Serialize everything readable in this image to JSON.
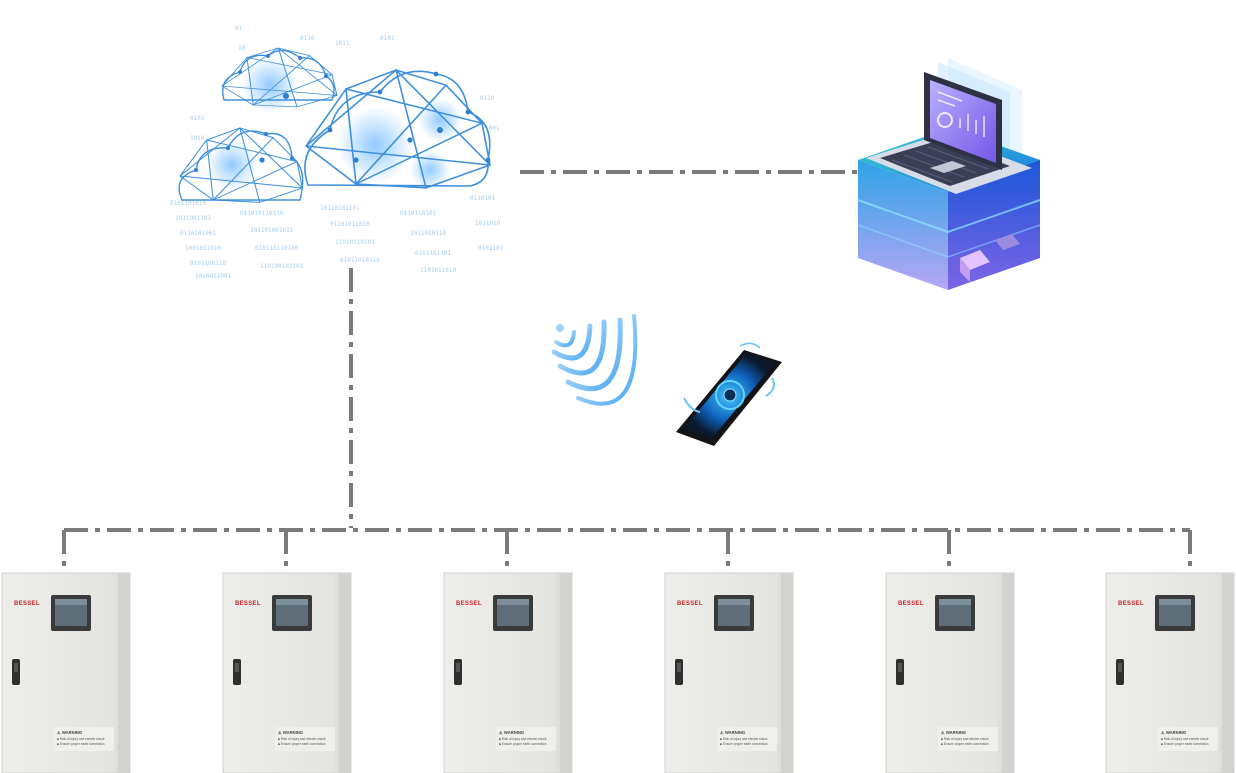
{
  "colors": {
    "connector": "#7a7a7a",
    "cloud": "#3d8fdc",
    "cloud_glow": "#7fc0ff",
    "cabinet_body": "#e6e6e3",
    "brand_red": "#c8262c"
  },
  "icons": {
    "cloud": "cloud-network-icon",
    "laptop": "laptop-server-icon",
    "wireless": "wireless-signal-icon",
    "handheld": "mobile-terminal-icon",
    "cabinet": "control-cabinet-icon"
  },
  "cabinets": [
    {
      "brand": "BESSEL",
      "warning": "⚠ WARNING",
      "notes": [
        "■ Risk of injury and electric shock",
        "■ Ensure proper earth connection"
      ]
    },
    {
      "brand": "BESSEL",
      "warning": "⚠ WARNING",
      "notes": [
        "■ Risk of injury and electric shock",
        "■ Ensure proper earth connection"
      ]
    },
    {
      "brand": "BESSEL",
      "warning": "⚠ WARNING",
      "notes": [
        "■ Risk of injury and electric shock",
        "■ Ensure proper earth connection"
      ]
    },
    {
      "brand": "BESSEL",
      "warning": "⚠ WARNING",
      "notes": [
        "■ Risk of injury and electric shock",
        "■ Ensure proper earth connection"
      ]
    },
    {
      "brand": "BESSEL",
      "warning": "⚠ WARNING",
      "notes": [
        "■ Risk of injury and electric shock",
        "■ Ensure proper earth connection"
      ]
    },
    {
      "brand": "BESSEL",
      "warning": "⚠ WARNING",
      "notes": [
        "■ Risk of injury and electric shock",
        "■ Ensure proper earth connection"
      ]
    }
  ]
}
